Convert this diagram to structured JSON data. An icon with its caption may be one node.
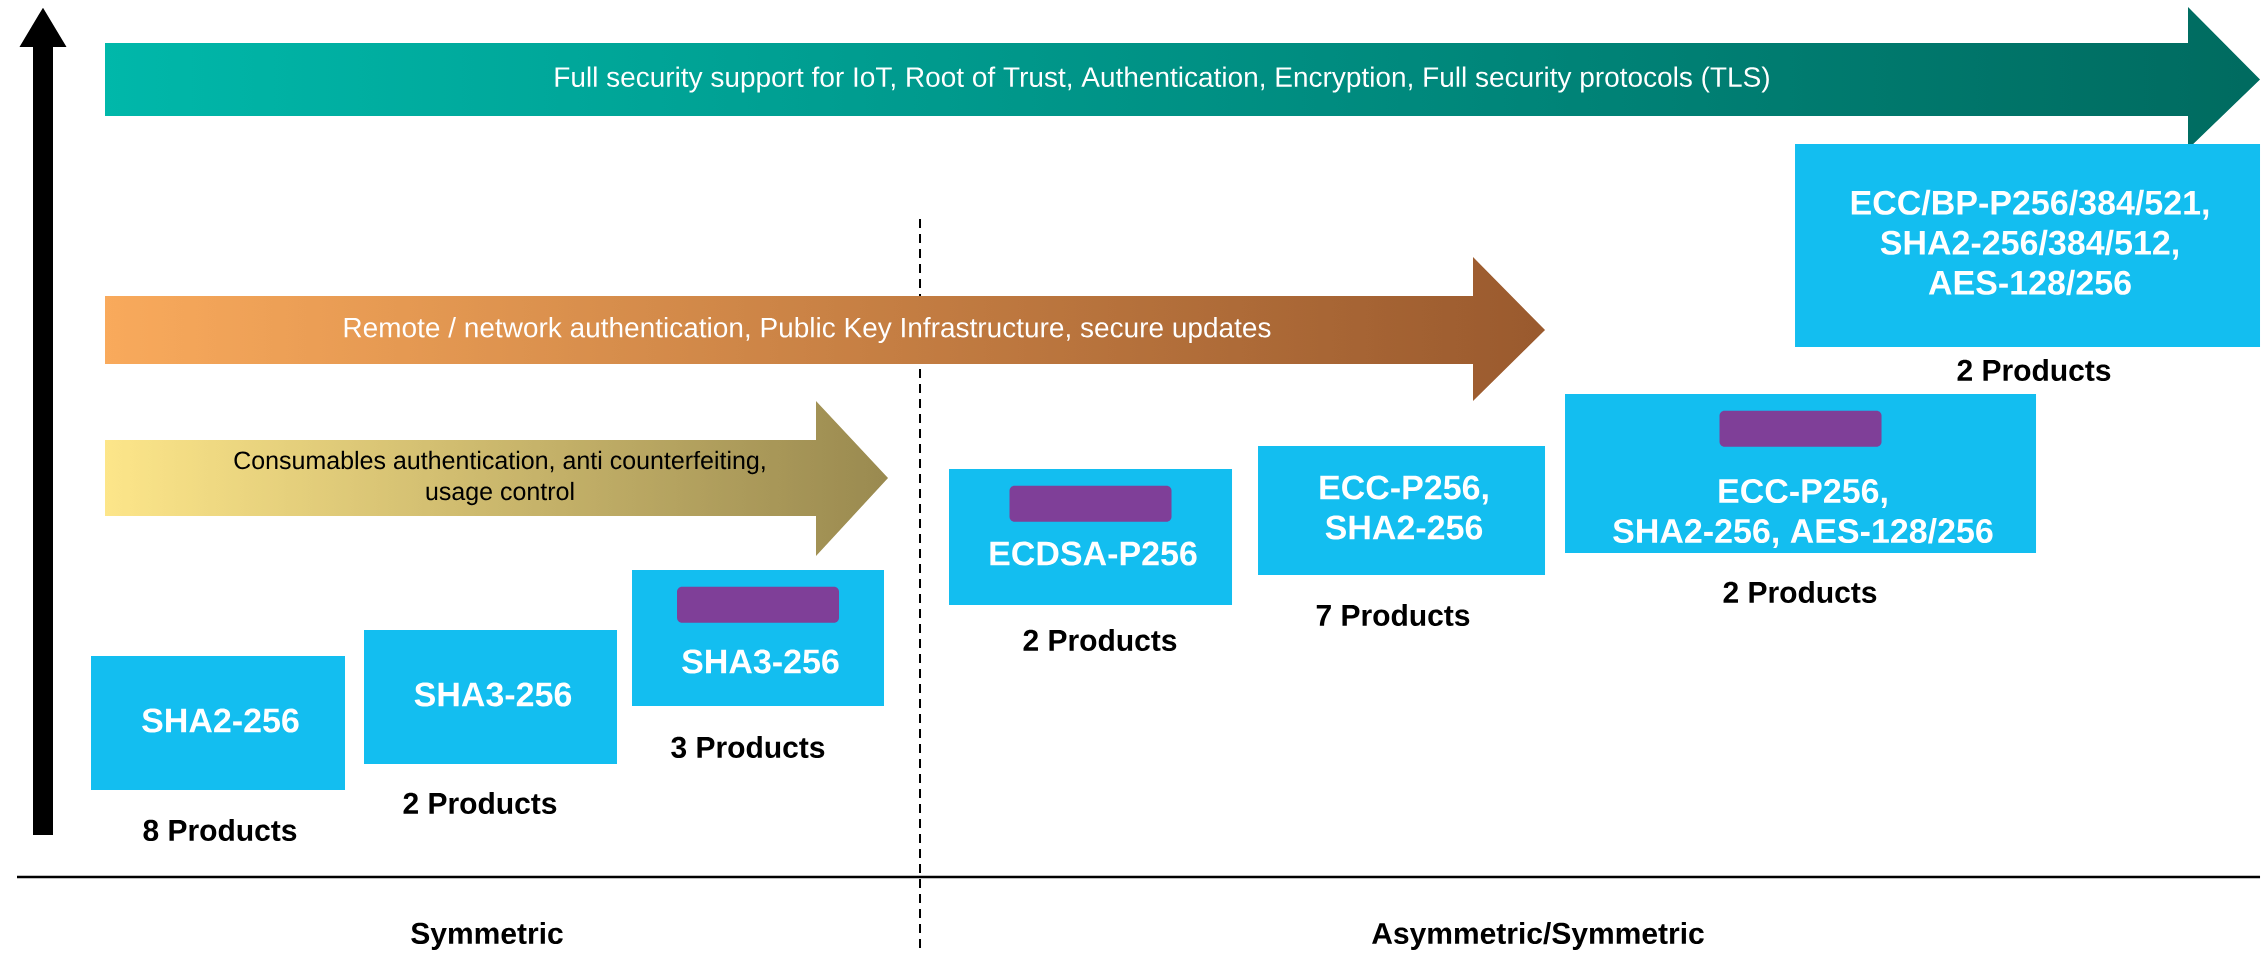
{
  "diagram": {
    "nodes": [
      {
        "text": [
          "Full security support for IoT, Root of Trust, Authentication, Encryption, Full security protocols (TLS)"
        ]
      },
      {
        "text": [
          "Remote / network authentication, Public Key Infrastructure, secure updates"
        ]
      },
      {
        "text": [
          "Consumables authentication, anti counterfeiting, usage control"
        ]
      },
      {
        "text": [
          "SHA2-256"
        ],
        "beside": [
          "8 Products"
        ]
      },
      {
        "text": [
          "SHA3-256"
        ],
        "beside": [
          "2 Products"
        ]
      },
      {
        "text": [
          "SHA3-256"
        ],
        "beside": [
          "3 Products"
        ]
      },
      {
        "text": [],
        "shape": "box",
        "in": 5
      },
      {
        "text": [
          "ECDSA-P256"
        ],
        "beside": [
          "2 Products"
        ]
      },
      {
        "text": [],
        "shape": "box",
        "in": 7
      },
      {
        "text": [
          "ECC-P256, SHA2-256"
        ],
        "beside": [
          "7 Products"
        ]
      },
      {
        "text": [
          "ECC-P256, SHA2-256, AES-128/256"
        ],
        "beside": [
          "2 Products"
        ]
      },
      {
        "text": [],
        "shape": "box",
        "in": 10
      },
      {
        "text": [
          "ECC/BP-P256/384/521, SHA2-256/384/512, AES-128/256"
        ],
        "beside": [
          "2 Products"
        ]
      }
    ],
    "labels": [
      "Symmetric",
      "Asymmetric/Symmetric"
    ]
  }
}
